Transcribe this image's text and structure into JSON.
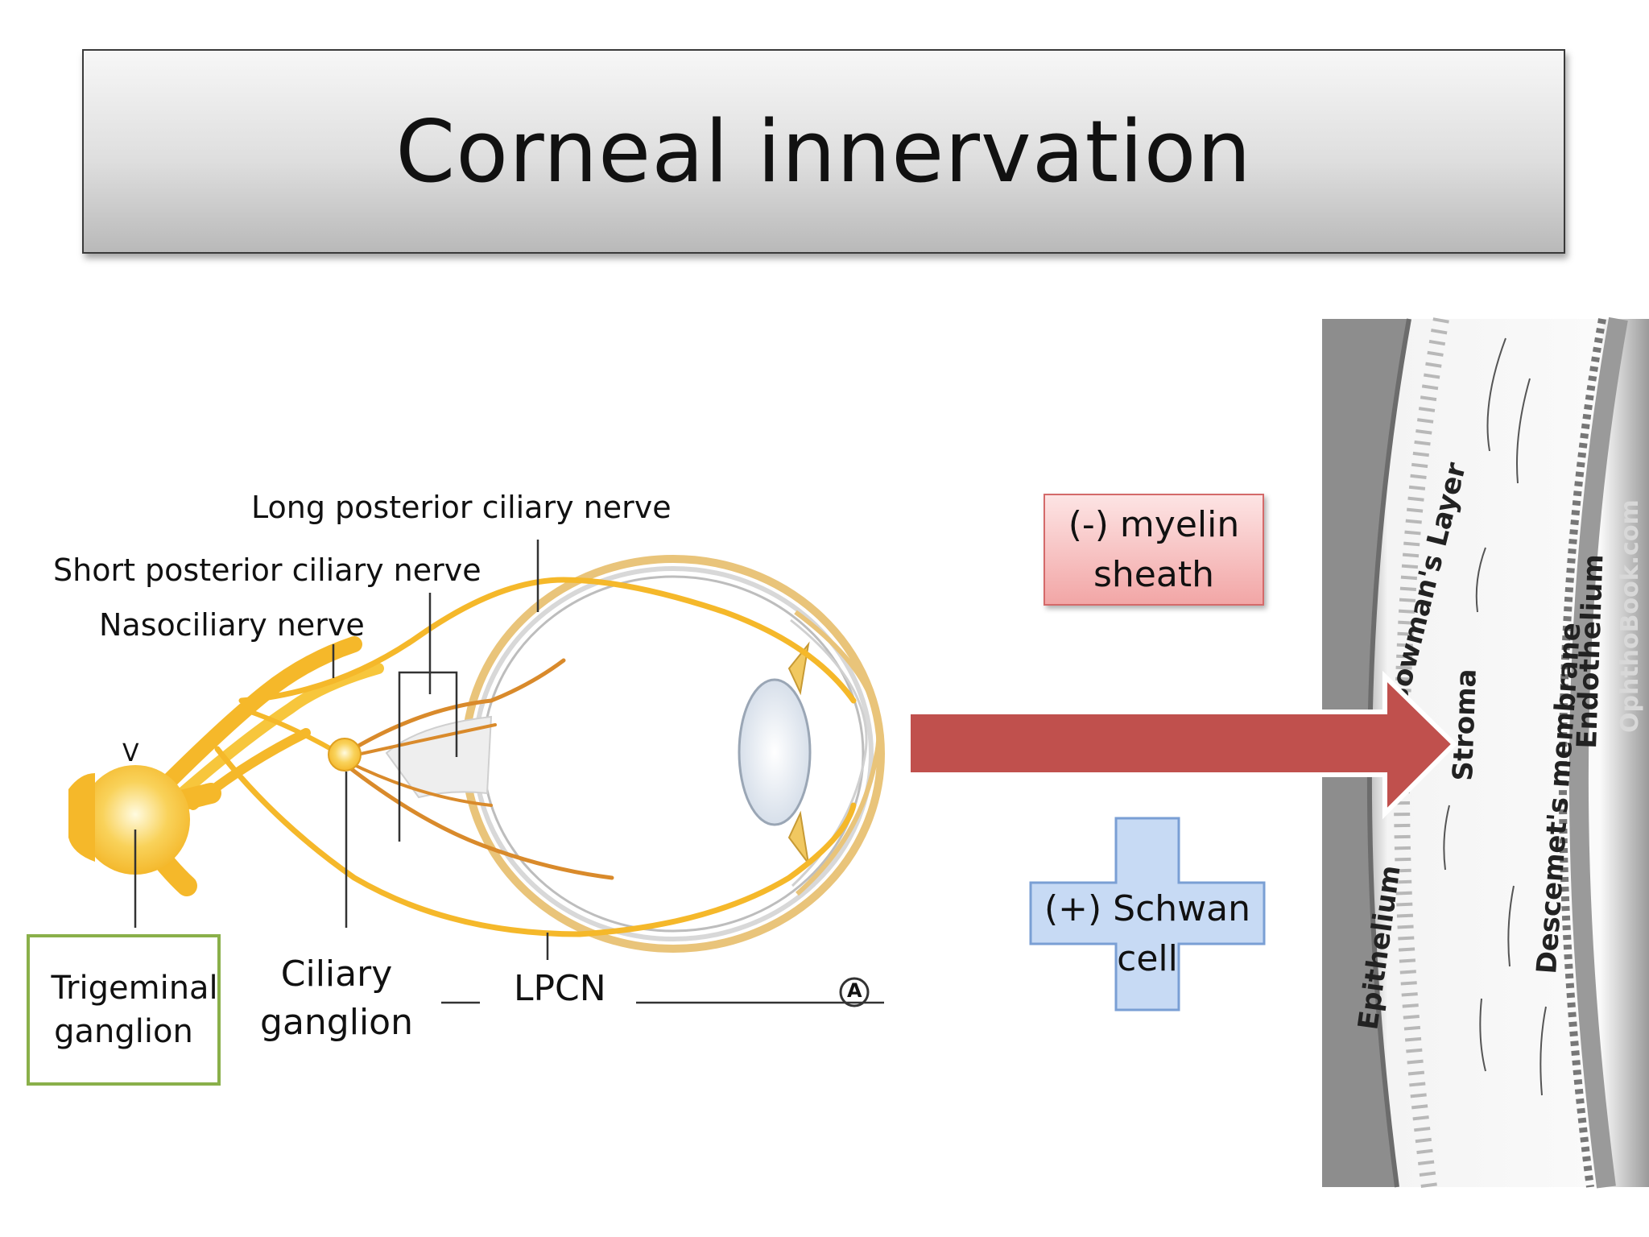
{
  "slide": {
    "title": "Corneal innervation"
  },
  "eye_diagram": {
    "labels": {
      "long_posterior": "Long posterior ciliary nerve",
      "short_posterior": "Short posterior ciliary nerve",
      "nasociliary": "Nasociliary nerve",
      "trigeminal": "Trigeminal ganglion",
      "ciliary": "Ciliary ganglion",
      "lpcn": "LPCN",
      "cranial_v": "V",
      "panel_letter": "A"
    },
    "colors": {
      "nerve": "#f5b82a",
      "nerve_dark": "#d98a2b",
      "ganglion": "#f7c12c"
    }
  },
  "callouts": {
    "myelin": "(-) myelin sheath",
    "schwan": "(+) Schwan cell",
    "myelin_color": "#f2a6a6",
    "schwan_color": "#b9d0f0",
    "arrow_color": "#c0504d"
  },
  "cornea_section": {
    "layers": [
      "Epithelium",
      "Bowman's Layer",
      "Stroma",
      "Descemet's membrane",
      "Endothelium"
    ],
    "watermark": "OphthoBook.com"
  }
}
